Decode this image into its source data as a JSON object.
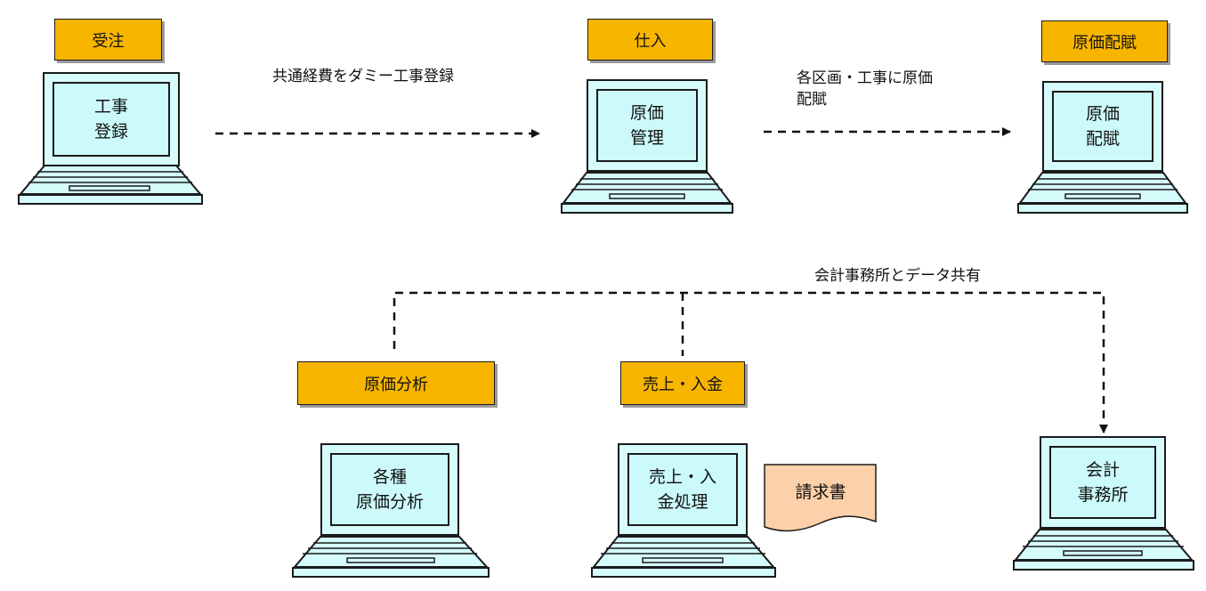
{
  "top_row": {
    "order": {
      "header": "受注",
      "screen": "工事\n登録"
    },
    "purchase": {
      "header": "仕入",
      "screen": "原価\n管理"
    },
    "allocation": {
      "header": "原価配賦",
      "screen": "原価\n配賦"
    }
  },
  "notes": {
    "dummy_register": "共通経費をダミー工事登録",
    "allocate": "各区画・工事に原価\n配賦",
    "share": "会計事務所とデータ共有"
  },
  "bottom_row": {
    "analysis": {
      "header": "原価分析",
      "screen": "各種\n原価分析"
    },
    "sales": {
      "header": "売上・入金",
      "screen": "売上・入\n金処理",
      "document": "請求書"
    },
    "accounting": {
      "screen": "会計\n事務所"
    }
  },
  "colors": {
    "header_fill": "#f7b500",
    "screen_fill": "#ccfafa",
    "document_fill": "#fcd0a8"
  }
}
